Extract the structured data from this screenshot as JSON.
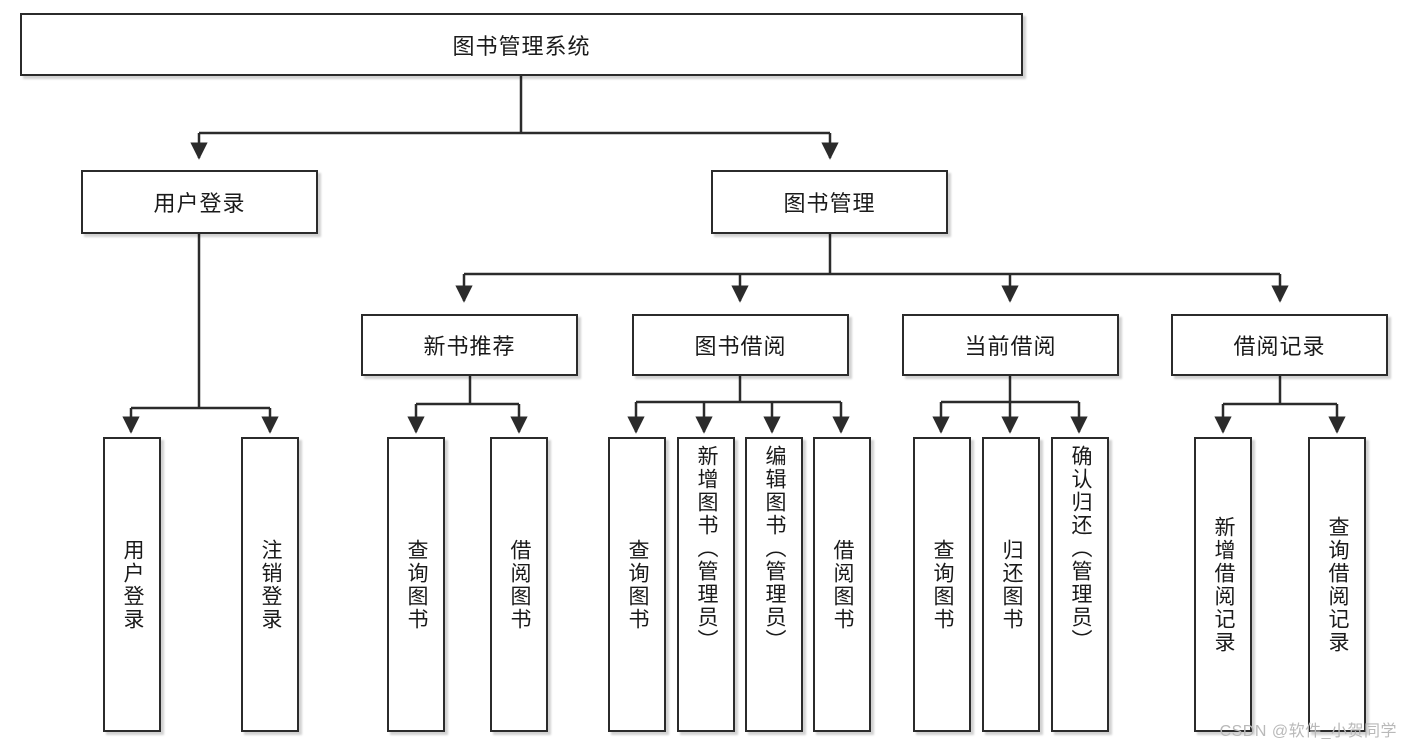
{
  "diagram": {
    "type": "tree-hierarchy",
    "title": "图书管理系统",
    "root": {
      "label": "图书管理系统"
    },
    "level2": [
      {
        "label": "用户登录"
      },
      {
        "label": "图书管理"
      }
    ],
    "level3": [
      {
        "label": "新书推荐"
      },
      {
        "label": "图书借阅"
      },
      {
        "label": "当前借阅"
      },
      {
        "label": "借阅记录"
      }
    ],
    "leaves": {
      "user_login": [
        {
          "label": "用户登录"
        },
        {
          "label": "注销登录"
        }
      ],
      "new_book_recommend": [
        {
          "label": "查询图书"
        },
        {
          "label": "借阅图书"
        }
      ],
      "book_borrow": [
        {
          "label": "查询图书"
        },
        {
          "label": "新增图书（管理员）"
        },
        {
          "label": "编辑图书（管理员）"
        },
        {
          "label": "借阅图书"
        }
      ],
      "current_borrow": [
        {
          "label": "查询图书"
        },
        {
          "label": "归还图书"
        },
        {
          "label": "确认归还（管理员）"
        }
      ],
      "borrow_record": [
        {
          "label": "新增借阅记录"
        },
        {
          "label": "查询借阅记录"
        }
      ]
    }
  },
  "watermark": {
    "text": "CSDN @软件_小贺同学"
  },
  "colors": {
    "box_border": "#2b2b2b",
    "box_fill": "#ffffff",
    "line": "#2b2b2b",
    "text": "#1a1a1a",
    "watermark": "#b9b9b9"
  }
}
